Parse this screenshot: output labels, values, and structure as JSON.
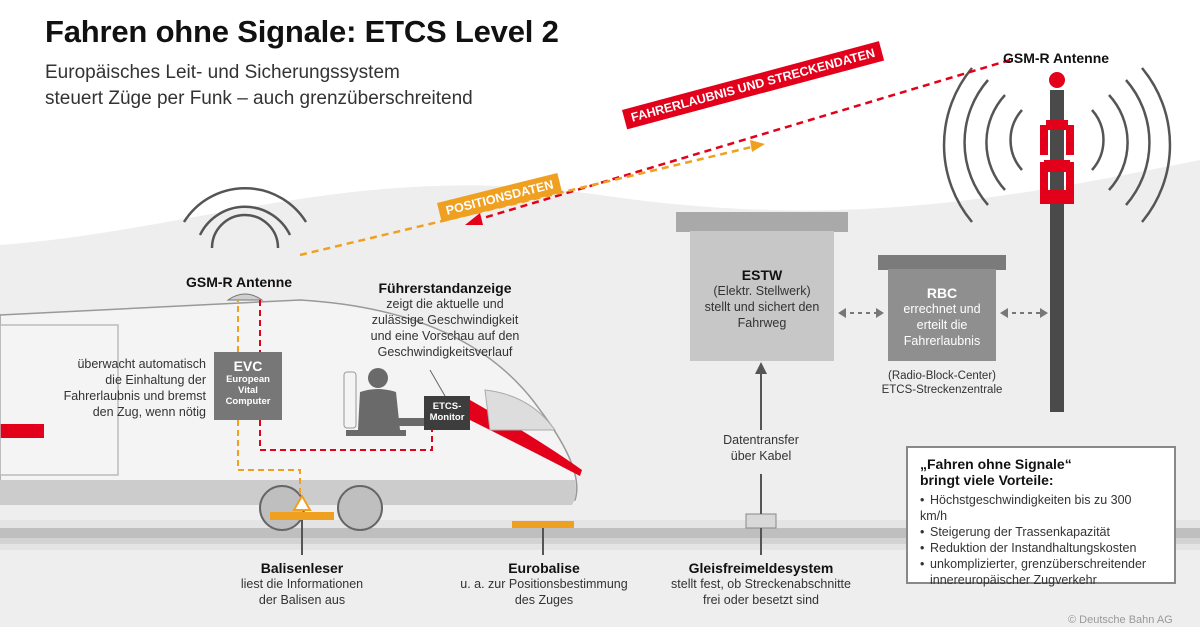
{
  "title": "Fahren ohne Signale: ETCS Level 2",
  "subtitle_line1": "Europäisches Leit- und Sicherungssystem",
  "subtitle_line2": "steuert Züge per Funk – auch grenzüberschreitend",
  "gsm_tower": {
    "label": "GSM-R Antenne"
  },
  "train_antenna": {
    "label": "GSM-R Antenne"
  },
  "radio_tags": {
    "driving_permit": "FAHRERLAUBNIS UND STRECKENDATEN",
    "position": "POSITIONSDATEN"
  },
  "estw": {
    "title": "ESTW",
    "line1": "(Elektr. Stellwerk)",
    "line2": "stellt und sichert den",
    "line3": "Fahrweg"
  },
  "rbc": {
    "title": "RBC",
    "line1": "errechnet und",
    "line2": "erteilt die",
    "line3": "Fahrerlaubnis",
    "note1": "(Radio-Block-Center)",
    "note2": "ETCS-Streckenzentrale"
  },
  "cab_display": {
    "title": "Führerstandanzeige",
    "line1": "zeigt die aktuelle und",
    "line2": "zulässige Geschwindigkeit",
    "line3": "und eine Vorschau auf den",
    "line4": "Geschwindigkeitsverlauf"
  },
  "evc": {
    "title": "EVC",
    "line1": "European",
    "line2": "Vital",
    "line3": "Computer"
  },
  "evc_description": {
    "line1": "überwacht automatisch",
    "line2": "die Einhaltung der",
    "line3": "Fahrerlaubnis und bremst",
    "line4": "den Zug, wenn nötig"
  },
  "etcs_monitor": {
    "line1": "ETCS-",
    "line2": "Monitor"
  },
  "cable": {
    "line1": "Datentransfer",
    "line2": "über Kabel"
  },
  "balise_reader": {
    "title": "Balisenleser",
    "line1": "liest die Informationen",
    "line2": "der Balisen aus"
  },
  "eurobalise": {
    "title": "Eurobalise",
    "line1": "u. a. zur Positionsbestimmung",
    "line2": "des Zuges"
  },
  "track_detection": {
    "title": "Gleisfreimeldesystem",
    "line1": "stellt fest, ob Streckenabschnitte",
    "line2": "frei oder besetzt sind"
  },
  "advantages": {
    "title_line1": "„Fahren ohne Signale“",
    "title_line2": "bringt viele Vorteile:",
    "bullet": "•",
    "items": [
      "Höchstgeschwindigkeiten bis zu 300 km/h",
      "Steigerung der Trassenkapazität",
      "Reduktion der Instandhaltungskosten",
      "unkomplizierter, grenzüberschreitender",
      "innereuropäischer Zugverkehr"
    ]
  },
  "copyright": "© Deutsche Bahn AG",
  "colors": {
    "red": "#e3001b",
    "orange": "#f0a020",
    "gray": "#999999"
  }
}
